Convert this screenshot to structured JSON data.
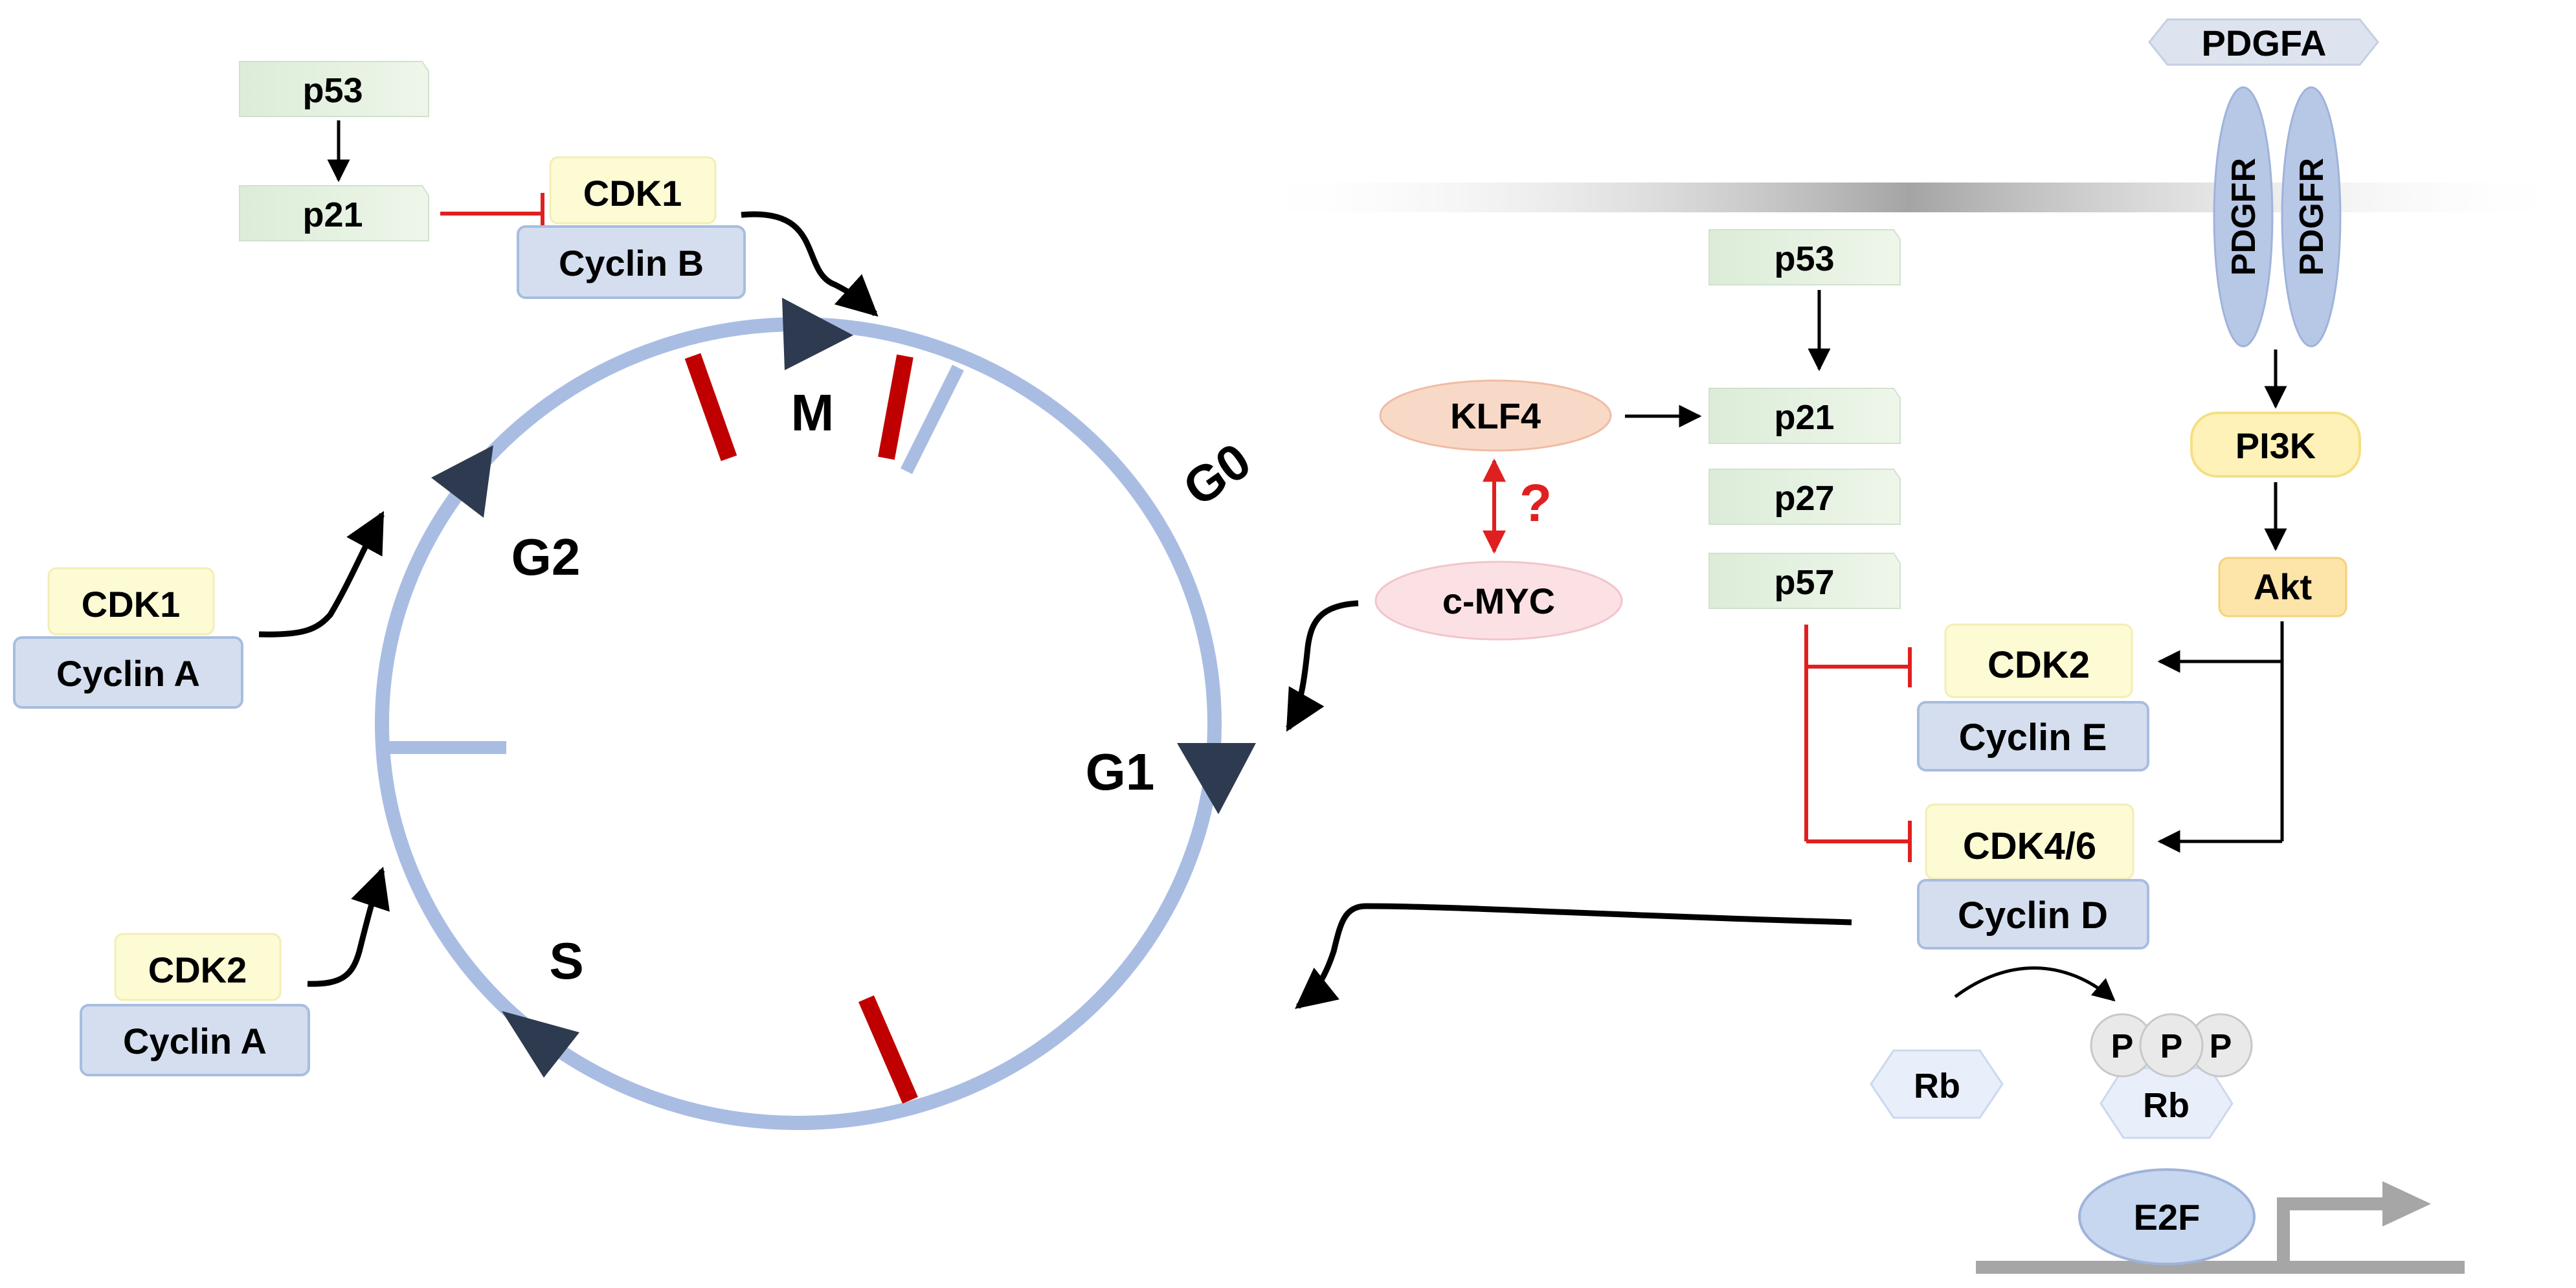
{
  "colors": {
    "green_box": "#dfeedd",
    "yellow_box": "#fdfbd4",
    "blue_box": "#d4deef",
    "blue_border": "#a7bde0",
    "cycle_ring": "#a9bde3",
    "checkpoint_red": "#c00000",
    "inhibit_red": "#e02020",
    "arrowhead_dark": "#2e3a4f",
    "klf4_fill": "#f8d9c8",
    "cmyc_fill": "#fbe1e4",
    "receptor_fill": "#b7c7e6",
    "pi3k_fill": "#fff2b8",
    "akt_fill": "#fde4a8",
    "e2f_fill": "#c7d7f0"
  },
  "cycle": {
    "phase_m": "M",
    "phase_g0": "G0",
    "phase_g1": "G1",
    "phase_s": "S",
    "phase_g2": "G2"
  },
  "left": {
    "top": {
      "p53": "p53",
      "p21": "p21",
      "cdk": "CDK1",
      "cyclin": "Cyclin B"
    },
    "g2_complex": {
      "cdk": "CDK1",
      "cyclin": "Cyclin A"
    },
    "s_complex": {
      "cdk": "CDK2",
      "cyclin": "Cyclin A"
    }
  },
  "right": {
    "klf4": "KLF4",
    "cmyc": "c-MYC",
    "question": "?",
    "p53": "p53",
    "p21": "p21",
    "p27": "p27",
    "p57": "p57",
    "pdgfa": "PDGFA",
    "pdgfr": "PDGFR",
    "pi3k": "PI3K",
    "akt": "Akt",
    "cdk2": "CDK2",
    "cyclin_e": "Cyclin E",
    "cdk46": "CDK4/6",
    "cyclin_d": "Cyclin D",
    "rb": "Rb",
    "rb_p": "Rb",
    "phospho": [
      "P",
      "P",
      "P"
    ],
    "e2f": "E2F"
  }
}
